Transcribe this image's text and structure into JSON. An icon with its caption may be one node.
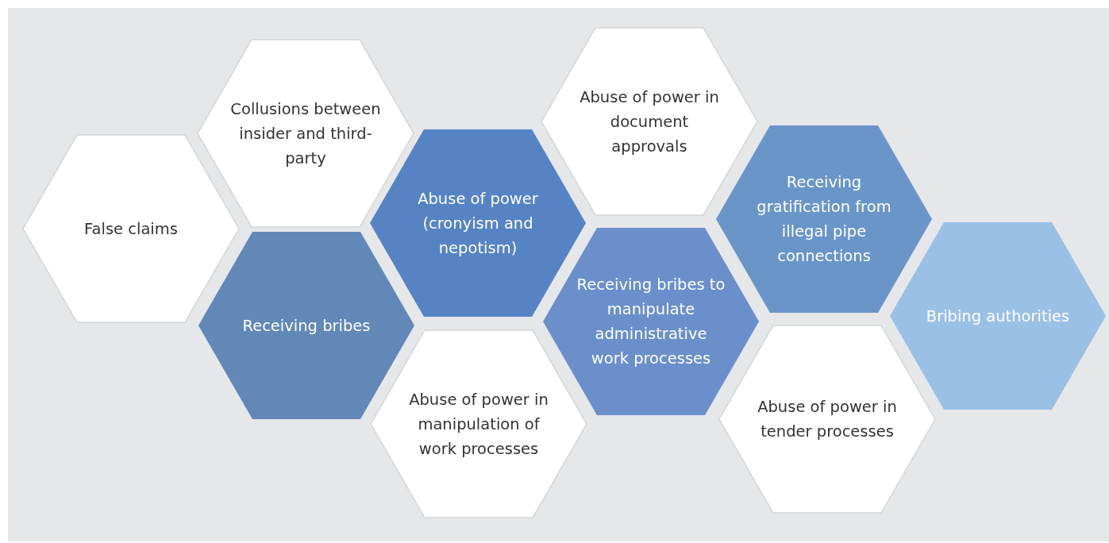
{
  "diagram": {
    "nodes": [
      {
        "text": [
          "False claims"
        ]
      },
      {
        "text": [
          "Collusions between insider and third-party"
        ]
      },
      {
        "text": [
          "Receiving bribes"
        ]
      },
      {
        "text": [
          "Abuse of power (cronyism and nepotism)"
        ]
      },
      {
        "text": [
          "Abuse of power in manipulation of work processes"
        ]
      },
      {
        "text": [
          "Abuse of power in document approvals"
        ]
      },
      {
        "text": [
          "Receiving bribes to manipulate administrative work processes"
        ]
      },
      {
        "text": [
          "Receiving gratification from illegal pipe connections"
        ]
      },
      {
        "text": [
          "Abuse of power in tender processes"
        ]
      },
      {
        "text": [
          "Bribing authorities"
        ]
      }
    ]
  }
}
